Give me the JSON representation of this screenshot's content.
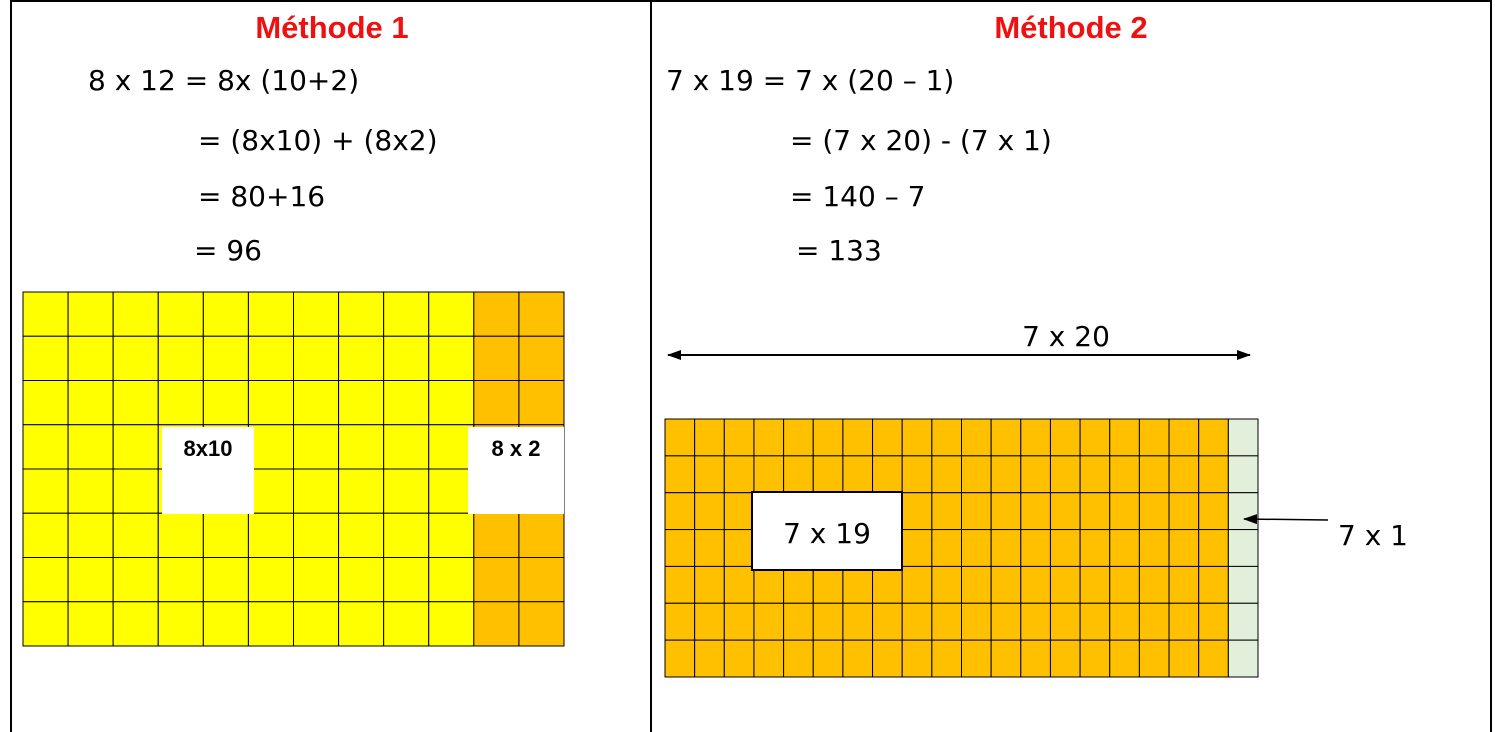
{
  "method1": {
    "title": "Méthode 1",
    "equations": [
      "8 x 12 = 8x (10+2)",
      "= (8x10) + (8x2)",
      "= 80+16",
      "= 96"
    ],
    "grid": {
      "rows": 8,
      "cols": 12,
      "highlight_cols": 2,
      "color_main": "#ffff00",
      "color_highlight": "#ffc000"
    },
    "label_left": "8x10",
    "label_right": "8 x 2"
  },
  "method2": {
    "title": "Méthode 2",
    "equations": [
      "7 x 19 = 7 x (20 – 1)",
      "= (7 x 20) - (7 x 1)",
      "= 140 – 7",
      "= 133"
    ],
    "grid": {
      "rows": 7,
      "cols": 20,
      "last_col_color": "#e2efda",
      "color_main": "#ffc000"
    },
    "arrow_label": "7 x 20",
    "inner_label": "7 x 19",
    "side_label": "7 x 1"
  }
}
